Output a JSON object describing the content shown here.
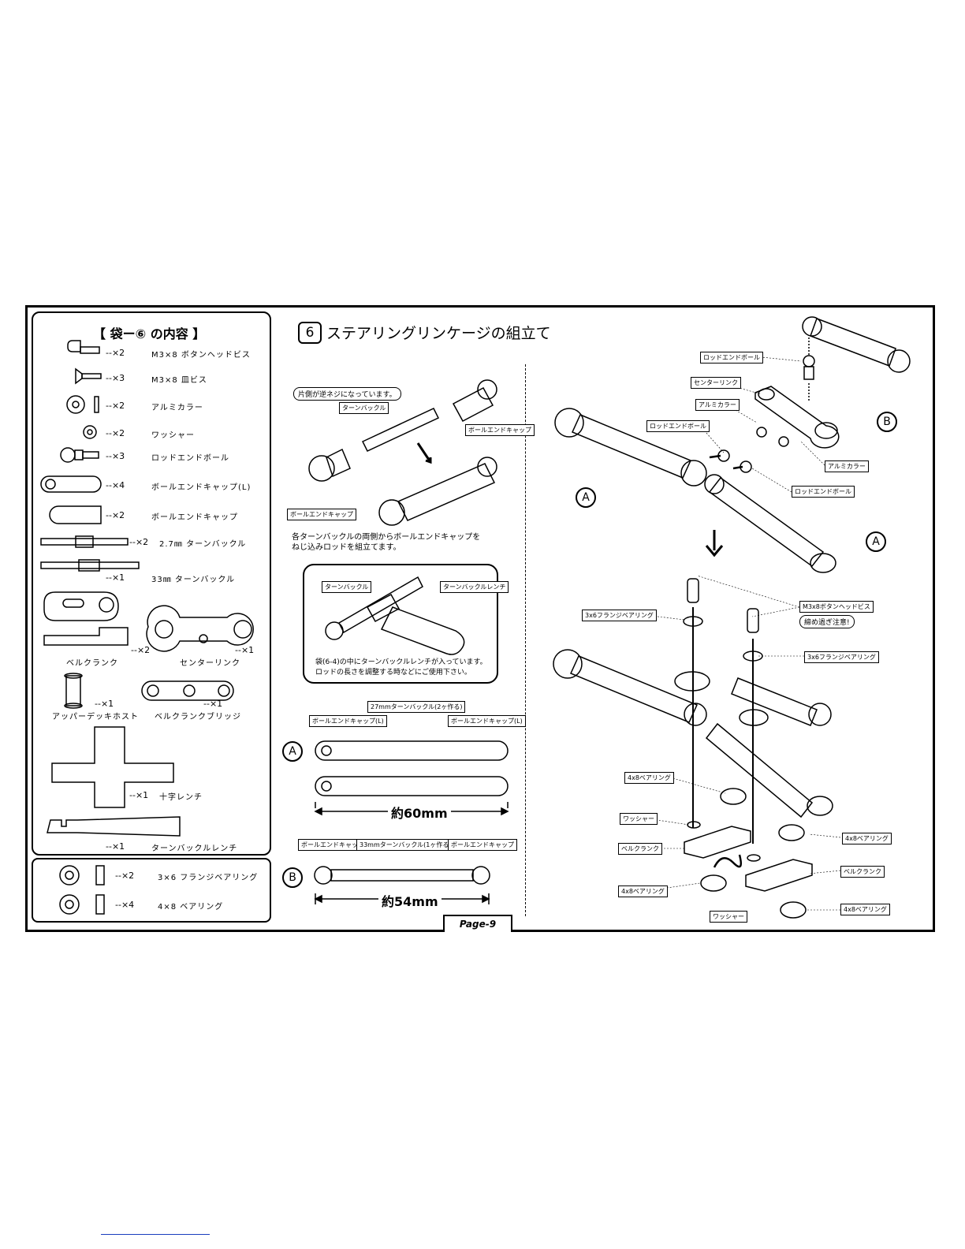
{
  "parts_list": {
    "title": "【 袋ー⑥ の内容 】",
    "items": [
      {
        "qty": "--×2",
        "name": "M3×8 ボタンヘッドビス"
      },
      {
        "qty": "--×3",
        "name": "M3×8 皿ビス"
      },
      {
        "qty": "--×2",
        "name": "アルミカラー"
      },
      {
        "qty": "--×2",
        "name": "ワッシャー"
      },
      {
        "qty": "--×3",
        "name": "ロッドエンドボール"
      },
      {
        "qty": "--×4",
        "name": "ボールエンドキャップ(L)"
      },
      {
        "qty": "--×2",
        "name": "ボールエンドキャップ"
      },
      {
        "qty": "--×2",
        "name": "2.7㎜ ターンバックル"
      },
      {
        "qty": "--×1",
        "name": "33㎜ ターンバックル"
      }
    ],
    "bellcrank": {
      "qty": "--×2",
      "name": "ベルクランク"
    },
    "center_link": {
      "qty": "--×1",
      "name": "センターリンク"
    },
    "upper_deck_post": {
      "qty": "--×1",
      "name": "アッパーデッキホスト"
    },
    "bellcrank_bridge": {
      "qty": "--×1",
      "name": "ベルクランクブリッジ"
    },
    "cross_wrench": {
      "qty": "--×1",
      "name": "十字レンチ"
    },
    "turnbuckle_wrench": {
      "qty": "--×1",
      "name": "ターンバックルレンチ"
    },
    "bearings": [
      {
        "qty": "--×2",
        "name": "3×6 フランジベアリング"
      },
      {
        "qty": "--×4",
        "name": "4×8 ベアリング"
      }
    ]
  },
  "step": {
    "number": "6",
    "title": "ステアリングリンケージの組立て"
  },
  "left_column": {
    "reverse_note": "片側が逆ネジになっています。",
    "turnbuckle_label": "ターンバックル",
    "ball_end_cap_label": "ボールエンドキャップ",
    "ball_end_cap_label_2": "ボールエンドキャップ",
    "assembly_note_1": "各ターンバックルの両側からボールエンドキャップを",
    "assembly_note_2": "ねじ込みロッドを組立てます。",
    "tool_box": {
      "turnbuckle_label": "ターンバックル",
      "wrench_label": "ターンバックルレンチ",
      "note_1": "袋(6-4)の中にターンバックルレンチが入っています。",
      "note_2": "ロッドの長さを調整する時などにご使用下さい。"
    },
    "rod_a": {
      "heading": "27mmターンバックル(2ヶ作る)",
      "cap_left": "ボールエンドキャップ(L)",
      "cap_right": "ボールエンドキャップ(L)",
      "marker": "A",
      "length": "約60mm"
    },
    "rod_b": {
      "cap_left": "ボールエンドキャップ",
      "heading": "33mmターンバックル(1ヶ作る)",
      "cap_right": "ボールエンドキャップ",
      "marker": "B",
      "length": "約54mm"
    }
  },
  "right_column": {
    "labels": {
      "rod_end_ball_top": "ロッドエンドボール",
      "center_link": "センターリンク",
      "aluminum_collar_1": "アルミカラー",
      "rod_end_ball_mid": "ロッドエンドボール",
      "aluminum_collar_2": "アルミカラー",
      "rod_end_ball_low": "ロッドエンドボール",
      "button_head_screw": "M3x8ボタンヘッドビス",
      "overtighten_warning": "締め過ぎ注意!",
      "flange_bearing_left": "3x6フランジベアリング",
      "flange_bearing_right": "3x6フランジベアリング",
      "bearing_4x8_a": "4x8ベアリング",
      "washer_left": "ワッシャー",
      "bellcrank_left": "ベルクランク",
      "bearing_4x8_b": "4x8ベアリング",
      "bearing_4x8_c": "4x8ベアリング",
      "bellcrank_right": "ベルクランク",
      "washer_bottom": "ワッシャー",
      "bearing_4x8_d": "4x8ベアリング"
    },
    "markers": {
      "a1": "A",
      "a2": "A",
      "b": "B"
    }
  },
  "page_number": "Page-9",
  "colors": {
    "ink": "#000000",
    "link_underline": "#1a3dbd"
  }
}
